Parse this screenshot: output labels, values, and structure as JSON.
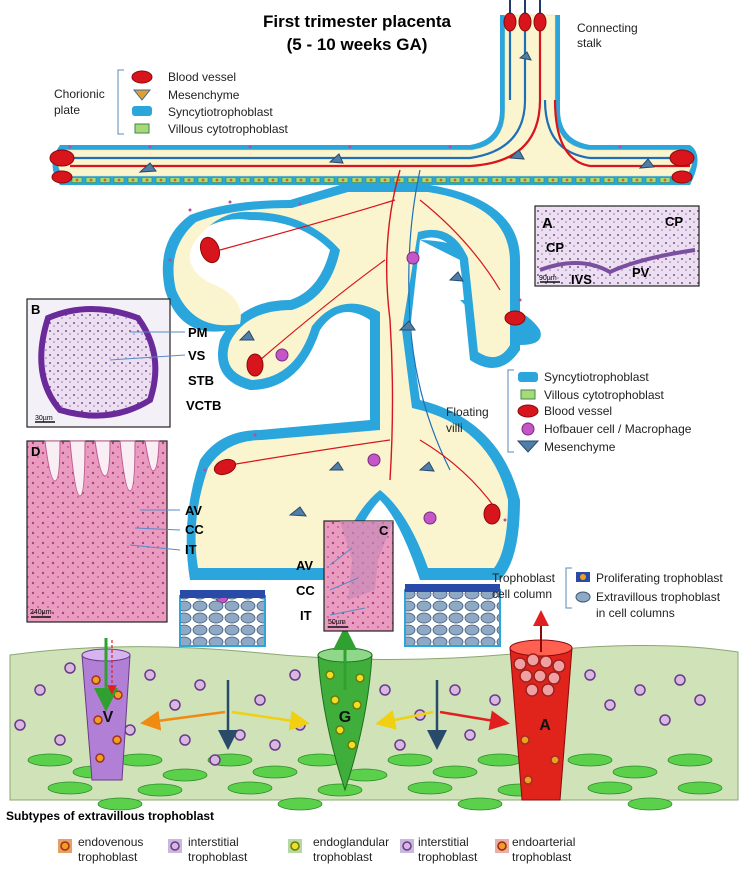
{
  "title": {
    "line1": "First trimester placenta",
    "line2": "(5 - 10 weeks GA)"
  },
  "connecting_stalk": {
    "line1": "Connecting",
    "line2": "stalk"
  },
  "chorionic_plate": {
    "label_line1": "Chorionic",
    "label_line2": "plate",
    "legend": [
      "Blood vessel",
      "Mesenchyme",
      "Syncytiotrophoblast",
      "Villous cytotrophoblast"
    ]
  },
  "floating_villi": {
    "label_line1": "Floating",
    "label_line2": "villi",
    "legend": [
      "Syncytiotrophoblast",
      "Villous cytotrophoblast",
      "Blood vessel",
      "Hofbauer cell / Macrophage",
      "Mesenchyme"
    ]
  },
  "cell_column": {
    "label_line1": "Trophoblast",
    "label_line2": "cell column",
    "legend": [
      "Proliferating trophoblast",
      "Extravillous trophoblast",
      "in cell columns"
    ]
  },
  "panel_a": {
    "letter": "A",
    "labels": [
      "CP",
      "CP",
      "IVS",
      "PV"
    ],
    "scale": "90µm"
  },
  "panel_b": {
    "letter": "B",
    "labels": [
      "PM",
      "VS",
      "STB",
      "VCTB"
    ],
    "scale": "30µm"
  },
  "panel_c": {
    "letter": "C",
    "labels": [
      "AV",
      "CC",
      "IT"
    ],
    "scale": "50µm"
  },
  "panel_d": {
    "letter": "D",
    "labels": [
      "AV",
      "CC",
      "IT"
    ],
    "scale": "240µm"
  },
  "decidua_letters": {
    "vein": "V",
    "gland": "G",
    "artery": "A"
  },
  "subtypes": {
    "heading": "Subtypes of extravillous trophoblast",
    "items": [
      {
        "line1": "endovenous",
        "line2": "trophoblast"
      },
      {
        "line1": "interstitial",
        "line2": "trophoblast"
      },
      {
        "line1": "endoglandular",
        "line2": "trophoblast"
      },
      {
        "line1": "interstitial",
        "line2": "trophoblast"
      },
      {
        "line1": "endoarterial",
        "line2": "trophoblast"
      }
    ]
  },
  "colors": {
    "mesenchyme_fill": "#fbf5cf",
    "syncytio_blue": "#2aa6dd",
    "vessel_red": "#d8141c",
    "vessel_blue": "#1f6fb8",
    "decidua_green": "#cfe2b8",
    "stroma_cell_green": "#5bd04a",
    "vein_purple": "#b27fd6",
    "gland_green": "#3fae3a",
    "artery_red": "#e0241c",
    "he_pink": "#e58fb6"
  }
}
